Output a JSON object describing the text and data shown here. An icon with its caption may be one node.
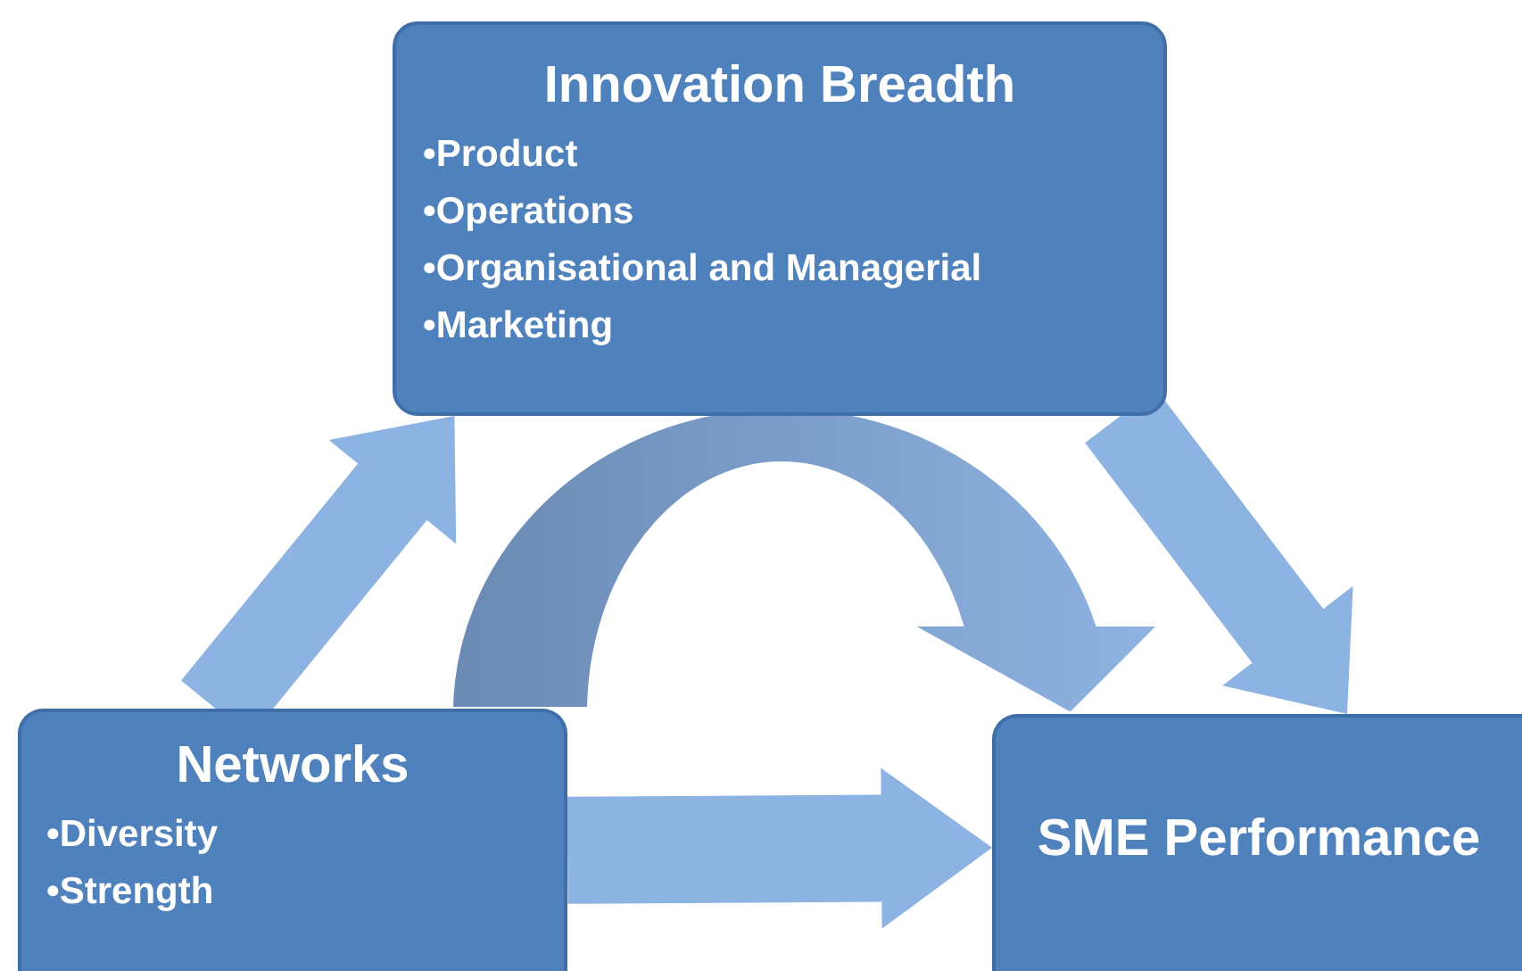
{
  "diagram": {
    "nodes": [
      {
        "text": [
          "Innovation Breadth",
          "•Product",
          "•Operations",
          "•Organisational and Managerial",
          "•Marketing"
        ]
      },
      {
        "text": [
          "Networks",
          "•Diversity",
          "•Strength"
        ]
      },
      {
        "text": [
          "SME Performance"
        ]
      }
    ],
    "edges": [
      {
        "from": 1,
        "to": 0,
        "arrow": "to"
      },
      {
        "from": 0,
        "to": 2,
        "arrow": "to"
      },
      {
        "from": 1,
        "to": 2,
        "arrow": "to"
      },
      {
        "from": 1,
        "to": 2,
        "arrow": "to"
      }
    ]
  }
}
